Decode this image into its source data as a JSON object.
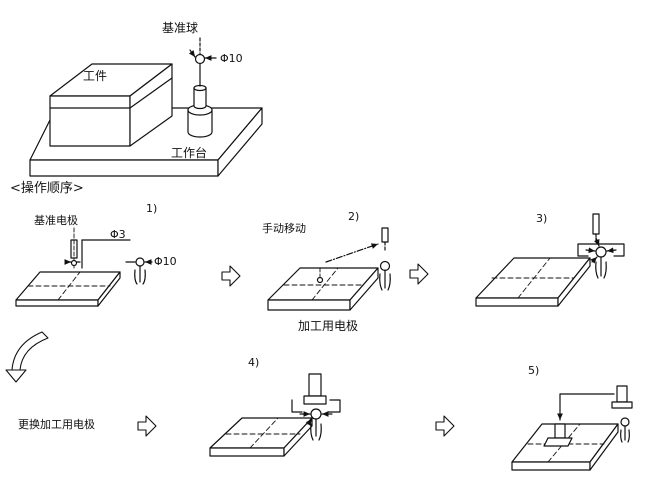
{
  "top": {
    "ball_label": "基准球",
    "ball_dia": "Φ10",
    "workpiece_label": "工件",
    "table_label": "工作台"
  },
  "procedure_title": "<操作顺序>",
  "steps": [
    {
      "num": "1)",
      "ref_electrode": "基准电极",
      "dia_small": "Φ3",
      "dia_ball": "Φ10"
    },
    {
      "num": "2)",
      "label": "手动移动"
    },
    {
      "num": "3)"
    },
    {
      "num": "4)",
      "label": "加工用电极"
    },
    {
      "num": "5)"
    }
  ],
  "replace_label": "更换加工用电极"
}
